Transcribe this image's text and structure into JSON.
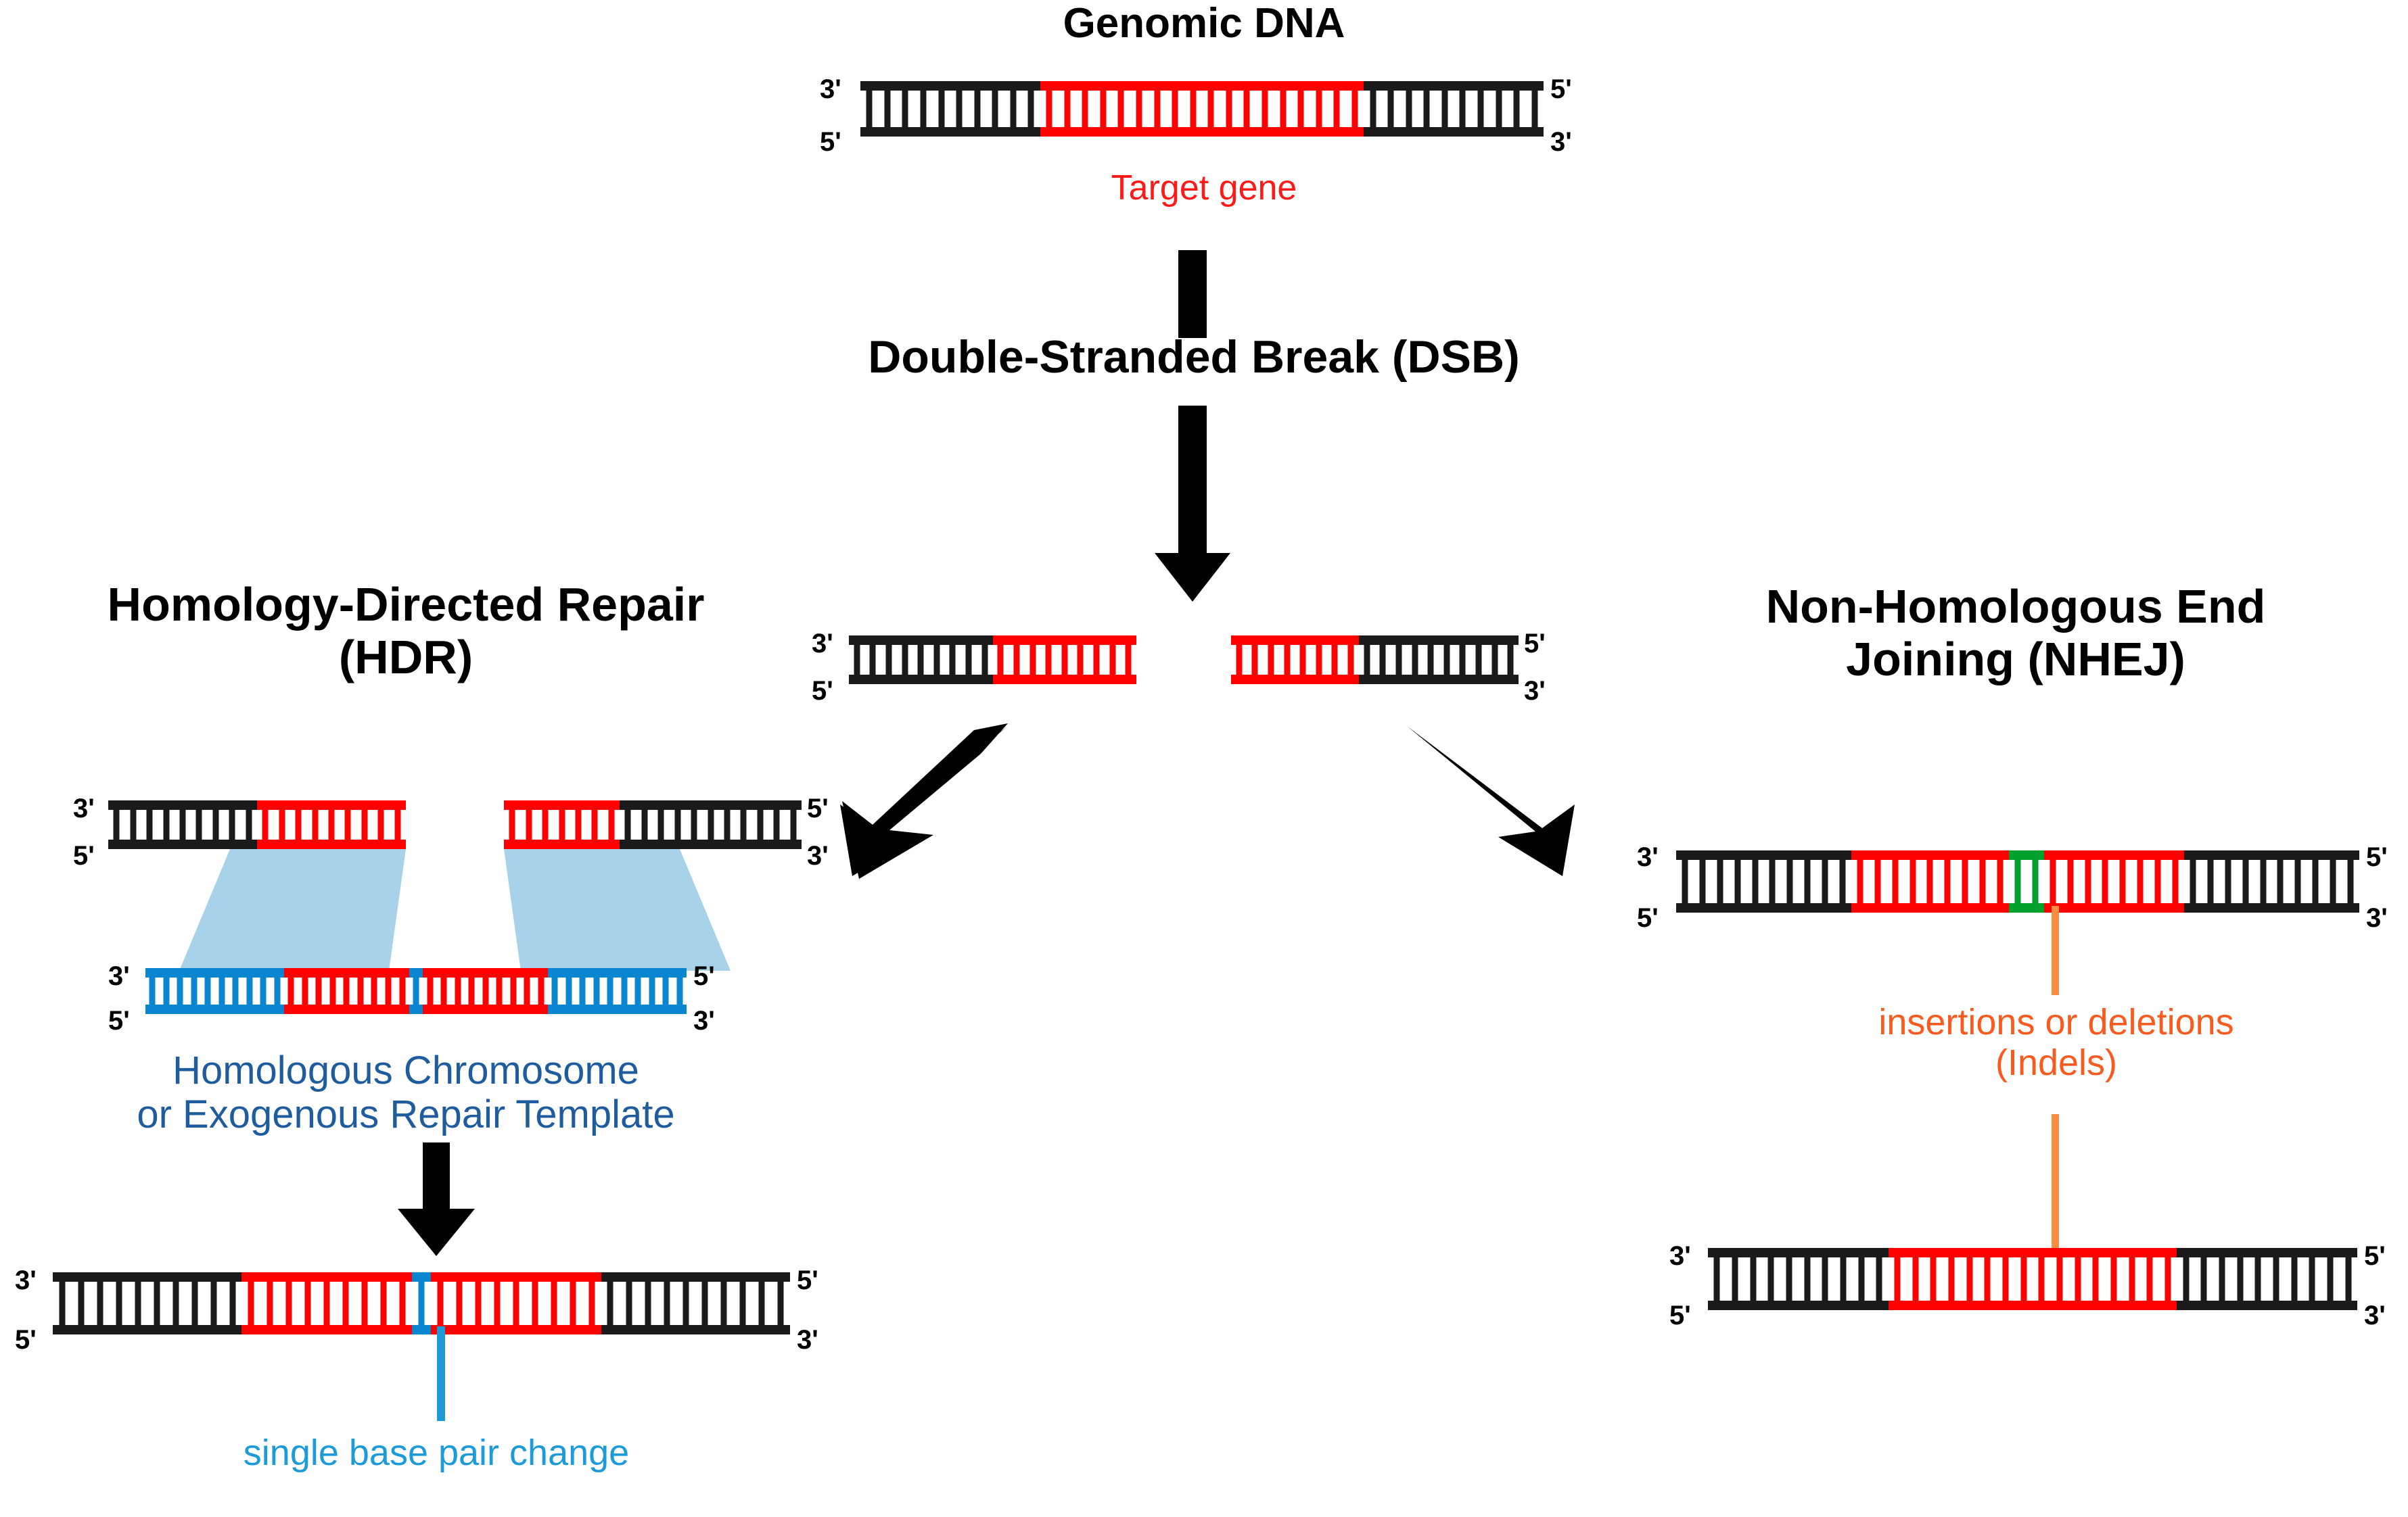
{
  "figure": {
    "title_top": "Genomic DNA",
    "target_gene_label": "Target gene",
    "dsb_label": "Double-Stranded Break (DSB)",
    "hdr_title": "Homology-Directed Repair\n(HDR)",
    "nhej_title": "Non-Homologous End\nJoining (NHEJ)",
    "repair_template_label": "Homologous  Chromosome\nor Exogenous  Repair Template",
    "single_base_label": "single base pair change",
    "indels_label": "insertions or deletions\n(Indels)"
  },
  "ends": {
    "three_prime": "3'",
    "five_prime": "5'"
  },
  "colors": {
    "black": "#1A1A1A",
    "red": "#FF0000",
    "blue": "#0A86D0",
    "light_blue": "#A8D1EA",
    "green": "#00A02C",
    "orange": "#FF8C42",
    "navy_text": "#1F5C9E",
    "blue_text": "#1C9BD8",
    "red_text": "#FF1A1A",
    "orange_text": "#FA5A1E"
  },
  "strands": {
    "genomic": {
      "left_end_top": "3'",
      "left_end_bottom": "5'",
      "right_end_top": "5'",
      "right_end_bottom": "3'",
      "segments": [
        {
          "color": "black",
          "rungs": 10
        },
        {
          "color": "red",
          "rungs": 18
        },
        {
          "color": "black",
          "rungs": 10
        }
      ]
    },
    "broken_left": {
      "left_end_top": "3'",
      "left_end_bottom": "5'",
      "segments": [
        {
          "color": "black",
          "rungs": 9
        },
        {
          "color": "red",
          "rungs": 9
        }
      ]
    },
    "broken_right": {
      "right_end_top": "5'",
      "right_end_bottom": "3'",
      "segments": [
        {
          "color": "red",
          "rungs": 8
        },
        {
          "color": "black",
          "rungs": 10
        }
      ]
    },
    "hdr_left_fragment": {
      "left_end_top": "3'",
      "left_end_bottom": "5'",
      "segments": [
        {
          "color": "black",
          "rungs": 9
        },
        {
          "color": "red",
          "rungs": 9
        }
      ]
    },
    "hdr_right_fragment": {
      "right_end_top": "5'",
      "right_end_bottom": "3'",
      "segments": [
        {
          "color": "red",
          "rungs": 7
        },
        {
          "color": "black",
          "rungs": 11
        }
      ]
    },
    "repair_template": {
      "left_end_top": "3'",
      "left_end_bottom": "5'",
      "right_end_top": "5'",
      "right_end_bottom": "3'",
      "segments": [
        {
          "color": "blue",
          "rungs": 10
        },
        {
          "color": "red",
          "rungs": 9
        },
        {
          "color": "blue",
          "rungs": 1
        },
        {
          "color": "red",
          "rungs": 9
        },
        {
          "color": "blue",
          "rungs": 10
        }
      ]
    },
    "hdr_result": {
      "left_end_top": "3'",
      "left_end_bottom": "5'",
      "right_end_top": "5'",
      "right_end_bottom": "3'",
      "segments": [
        {
          "color": "black",
          "rungs": 10
        },
        {
          "color": "red",
          "rungs": 9
        },
        {
          "color": "blue",
          "rungs": 1
        },
        {
          "color": "red",
          "rungs": 9
        },
        {
          "color": "black",
          "rungs": 10
        }
      ]
    },
    "nhej_insertion": {
      "left_end_top": "3'",
      "left_end_bottom": "5'",
      "right_end_top": "5'",
      "right_end_bottom": "3'",
      "segments": [
        {
          "color": "black",
          "rungs": 10
        },
        {
          "color": "red",
          "rungs": 9
        },
        {
          "color": "green",
          "rungs": 2
        },
        {
          "color": "red",
          "rungs": 8
        },
        {
          "color": "black",
          "rungs": 10
        }
      ]
    },
    "nhej_deletion": {
      "left_end_top": "3'",
      "left_end_bottom": "5'",
      "right_end_top": "5'",
      "right_end_bottom": "3'",
      "segments": [
        {
          "color": "black",
          "rungs": 10
        },
        {
          "color": "red",
          "rungs": 16
        },
        {
          "color": "black",
          "rungs": 10
        }
      ]
    }
  }
}
